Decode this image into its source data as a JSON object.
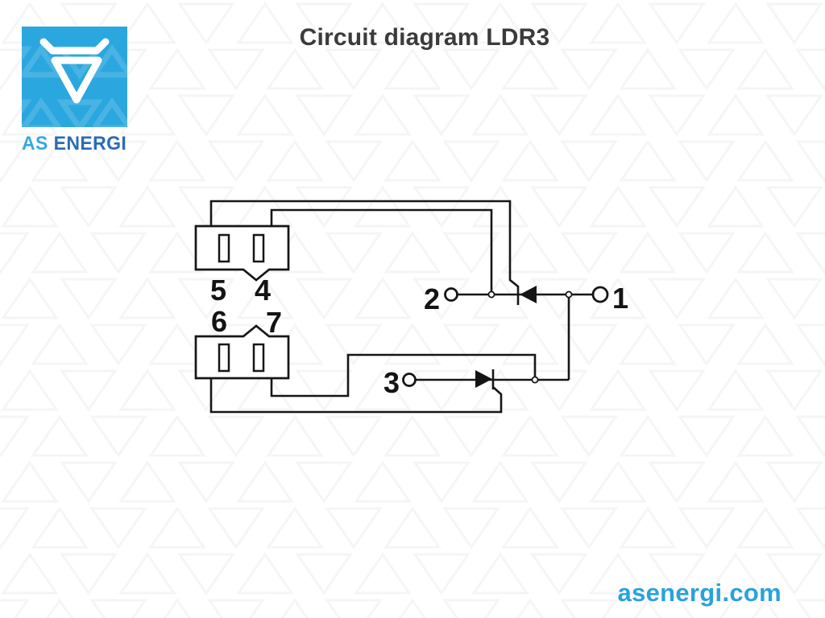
{
  "header": {
    "title": "Circuit diagram LDR3"
  },
  "logo": {
    "word_as": "AS",
    "word_energi": "ENERGI",
    "symbol": "veles-triangle-icon",
    "square_color": "#2ba7df",
    "as_color": "#35aadf",
    "energi_color": "#2a6cb4"
  },
  "footer": {
    "website": "asenergi.com",
    "color": "#2aa2dc"
  },
  "colors": {
    "line_black": "#161616",
    "title_gray": "#3b3b3b",
    "watermark_gray": "#f5f5f5",
    "background": "#ffffff"
  },
  "diagram": {
    "pins": {
      "p5": "5",
      "p4": "4",
      "p6": "6",
      "p7": "7"
    },
    "terminals": {
      "t1": "1",
      "t2": "2",
      "t3": "3"
    },
    "components": {
      "coil_top": "control-coil-top",
      "coil_bottom": "control-coil-bottom",
      "thyristor_top": "thyristor-pointing-left",
      "thyristor_bottom": "thyristor-pointing-right"
    }
  }
}
